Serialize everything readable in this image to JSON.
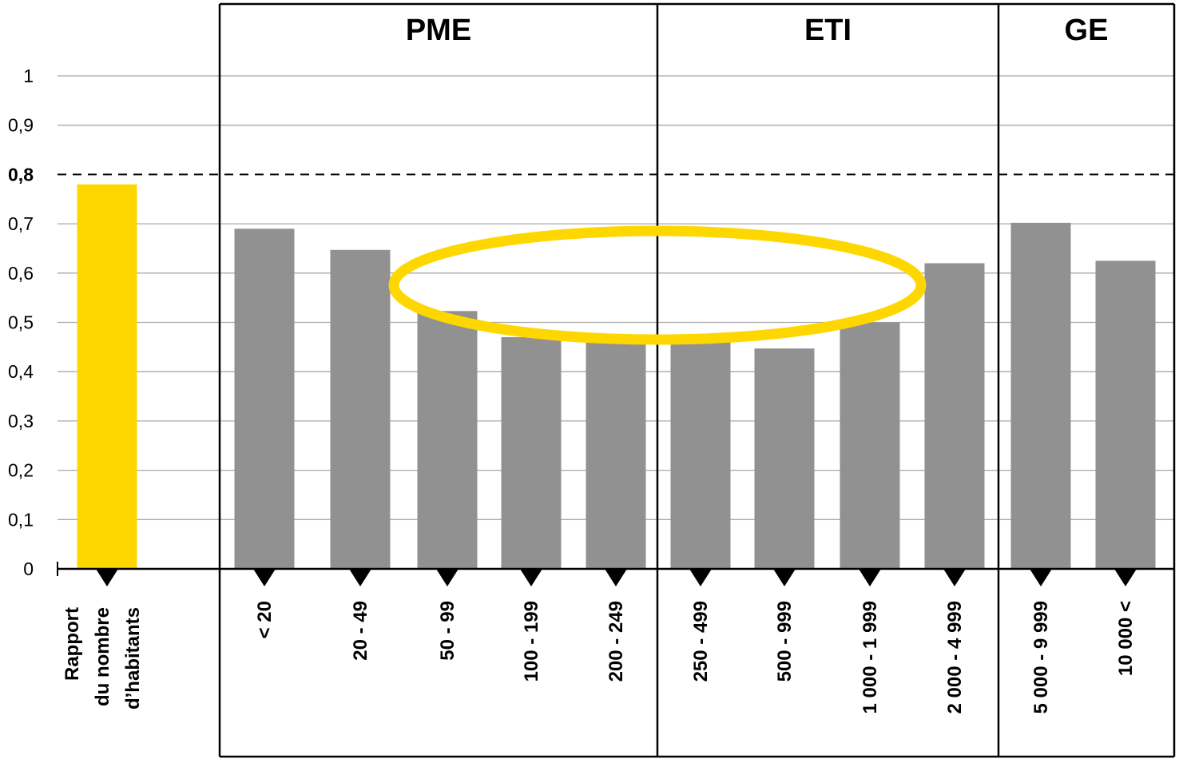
{
  "chart_data": {
    "type": "bar",
    "title": "",
    "xlabel": "",
    "ylabel": "",
    "ylim": [
      0,
      1
    ],
    "yticks": [
      "0",
      "0,1",
      "0,2",
      "0,3",
      "0,4",
      "0,5",
      "0,6",
      "0,7",
      "0,8",
      "0,9",
      "1"
    ],
    "grid": true,
    "reference_line": {
      "value": 0.8,
      "label": "0,8",
      "style": "dashed"
    },
    "groups": [
      {
        "label": "PME",
        "categories": [
          "< 20",
          "20 - 49",
          "50 - 99",
          "100 - 199",
          "200 - 249"
        ]
      },
      {
        "label": "ETI",
        "categories": [
          "250 - 499",
          "500 - 999",
          "1 000 - 1 999",
          "2 000 - 4 999"
        ]
      },
      {
        "label": "GE",
        "categories": [
          "5 000 - 9 999",
          "10 000 <"
        ]
      }
    ],
    "reference_bar": {
      "label_lines": [
        "Rapport",
        "du nombre",
        "d’habitants"
      ],
      "value": 0.78,
      "color": "#FFD700"
    },
    "categories": [
      "< 20",
      "20 - 49",
      "50 - 99",
      "100 - 199",
      "200 - 249",
      "250 - 499",
      "500 - 999",
      "1 000 - 1 999",
      "2 000 - 4 999",
      "5 000 - 9 999",
      "10 000 <"
    ],
    "values": [
      0.69,
      0.647,
      0.523,
      0.47,
      0.47,
      0.47,
      0.447,
      0.5,
      0.62,
      0.702,
      0.625
    ],
    "bar_color": "#919191",
    "highlight": {
      "shape": "ellipse",
      "color": "#FFD700",
      "range": [
        "50 - 99",
        "1 000 - 1 999"
      ]
    }
  }
}
